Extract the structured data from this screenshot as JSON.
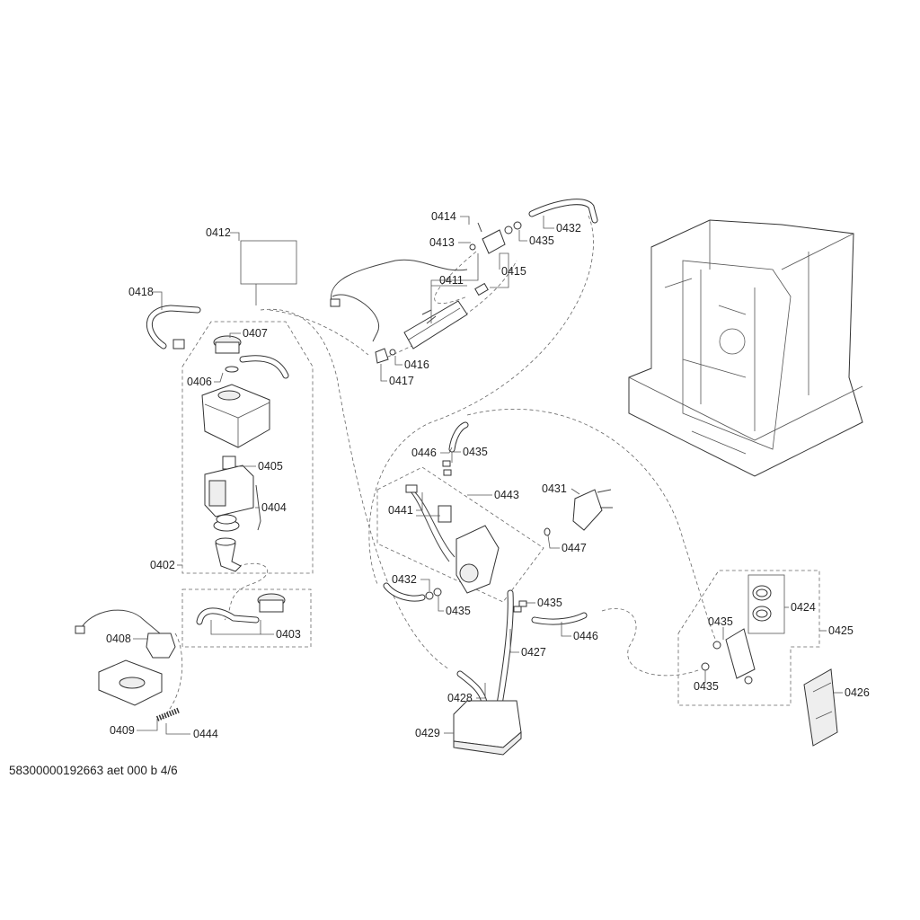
{
  "labels": [
    "0412",
    "0418",
    "0407",
    "0406",
    "0405",
    "0404",
    "0402",
    "0408",
    "0403",
    "0409",
    "0444",
    "0414",
    "0413",
    "0411",
    "0415",
    "0416",
    "0417",
    "0432",
    "0435",
    "0446",
    "0435",
    "0443",
    "0441",
    "0431",
    "0447",
    "0432",
    "0435",
    "0435",
    "0427",
    "0446",
    "0428",
    "0429",
    "0424",
    "0425",
    "0435",
    "0435",
    "0426"
  ],
  "footer": "58300000192663 aet 000 b 4/6"
}
